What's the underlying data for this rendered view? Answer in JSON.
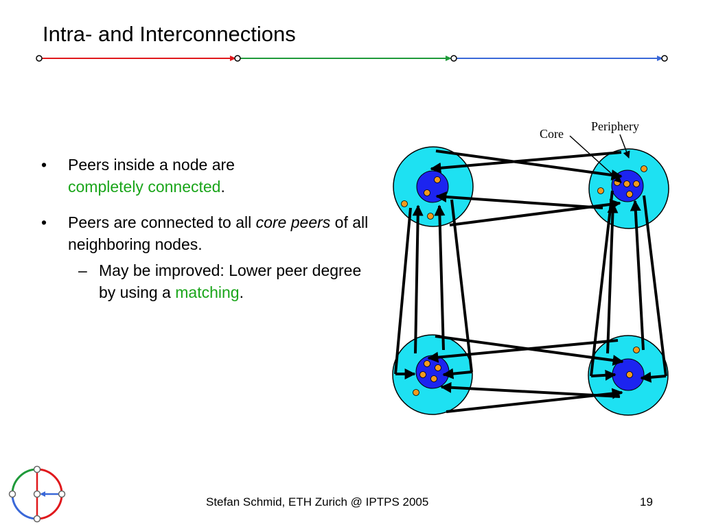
{
  "slide": {
    "title": "Intra- and Interconnections",
    "bullets": [
      {
        "marker": "•",
        "text_before": "Peers inside a node are ",
        "highlight": "completely connected",
        "text_after": "."
      },
      {
        "marker": "•",
        "text_before": "Peers are connected to all ",
        "emphasis": "core peers",
        "text_after": " of all neighboring nodes."
      }
    ],
    "sub_bullet": {
      "marker": "–",
      "text_before": "May be improved: Lower peer degree by using a ",
      "highlight": "matching",
      "text_after": "."
    },
    "diagram": {
      "core_label": "Core",
      "periphery_label": "Periphery"
    }
  },
  "footer": {
    "text": "Stefan Schmid, ETH Zurich @ IPTPS 2005",
    "page_number": "19"
  },
  "colors": {
    "highlight": "#1aa51a",
    "node_outer": "#1ee1f2",
    "node_core": "#1c24f0",
    "peer": "#f39a1c",
    "rule_red": "#e0181c",
    "rule_green": "#1f9a3a",
    "rule_blue": "#3a68d8"
  },
  "icons": {
    "logo": "eth-dcg-ring-logo-icon"
  }
}
